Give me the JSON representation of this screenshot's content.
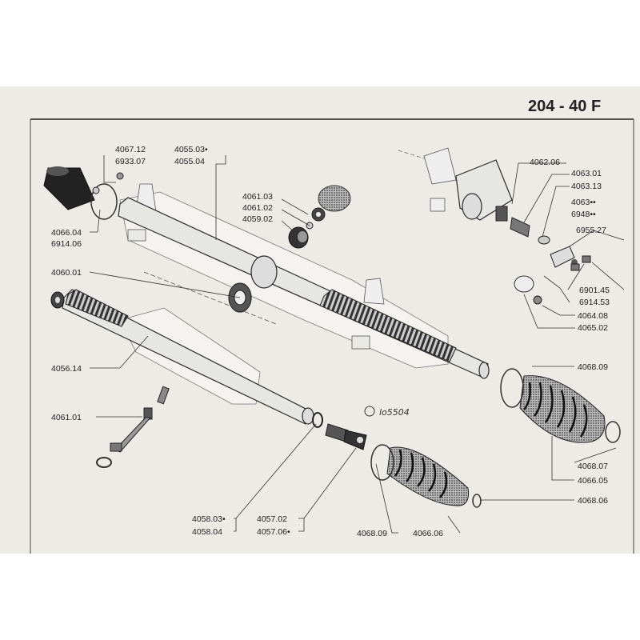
{
  "header": {
    "title": "204 - 40 F"
  },
  "handwritten_note": "lo5504",
  "part_labels": [
    {
      "id": "l1",
      "text": "4067.12"
    },
    {
      "id": "l2",
      "text": "6933.07"
    },
    {
      "id": "l3",
      "text": "4055.03•"
    },
    {
      "id": "l4",
      "text": "4055.04"
    },
    {
      "id": "l5",
      "text": "4061.03"
    },
    {
      "id": "l6",
      "text": "4061.02"
    },
    {
      "id": "l7",
      "text": "4059.02"
    },
    {
      "id": "l8",
      "text": "4066.04"
    },
    {
      "id": "l9",
      "text": "6914.06"
    },
    {
      "id": "l10",
      "text": "4062.06"
    },
    {
      "id": "l11",
      "text": "4063.01"
    },
    {
      "id": "l12",
      "text": "4063.13"
    },
    {
      "id": "l13",
      "text": "4063••"
    },
    {
      "id": "l14",
      "text": "6948••"
    },
    {
      "id": "l15",
      "text": "6955.27"
    },
    {
      "id": "l16",
      "text": "6901.45"
    },
    {
      "id": "l17",
      "text": "6914.53"
    },
    {
      "id": "l18",
      "text": "4064.08"
    },
    {
      "id": "l19",
      "text": "4065.02"
    },
    {
      "id": "l20",
      "text": "4060.01"
    },
    {
      "id": "l21",
      "text": "4056.14"
    },
    {
      "id": "l22",
      "text": "4061.01"
    },
    {
      "id": "l23",
      "text": "4068.09"
    },
    {
      "id": "l24",
      "text": "4068.07"
    },
    {
      "id": "l25",
      "text": "4066.05"
    },
    {
      "id": "l26",
      "text": "4068.06"
    },
    {
      "id": "l27",
      "text": "4058.03•"
    },
    {
      "id": "l28",
      "text": "4058.04"
    },
    {
      "id": "l29",
      "text": "4057.02"
    },
    {
      "id": "l30",
      "text": "4057.06•"
    },
    {
      "id": "l31",
      "text": "4068.09"
    },
    {
      "id": "l32",
      "text": "4066.06"
    }
  ]
}
